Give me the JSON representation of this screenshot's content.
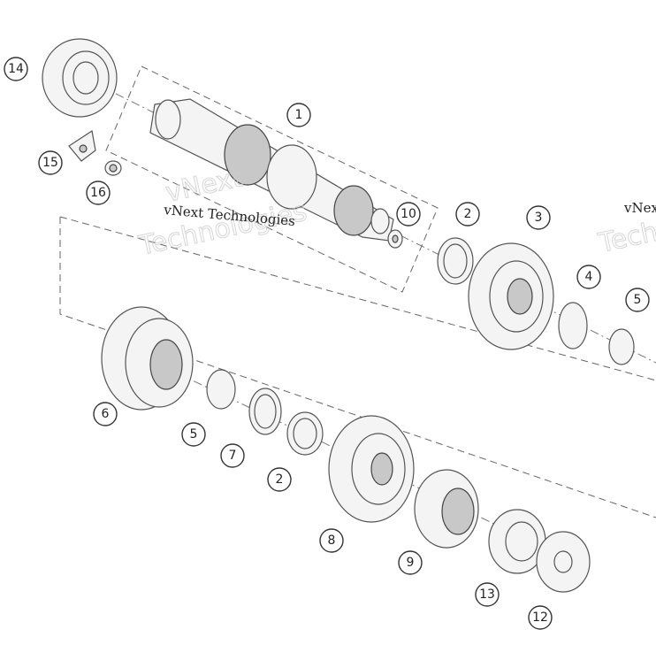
{
  "watermark": {
    "text_small": "vNext Technologies",
    "text_big_1": "vNext",
    "text_big_2": "Technologies",
    "text_edge_small": "vNex",
    "text_edge_big": "Tech"
  },
  "callouts": {
    "c1": "1",
    "c2a": "2",
    "c2b": "2",
    "c3": "3",
    "c4": "4",
    "c5a": "5",
    "c5b": "5",
    "c6": "6",
    "c7": "7",
    "c8": "8",
    "c9": "9",
    "c10": "10",
    "c12": "12",
    "c13": "13",
    "c14": "14",
    "c15": "15",
    "c16": "16"
  }
}
